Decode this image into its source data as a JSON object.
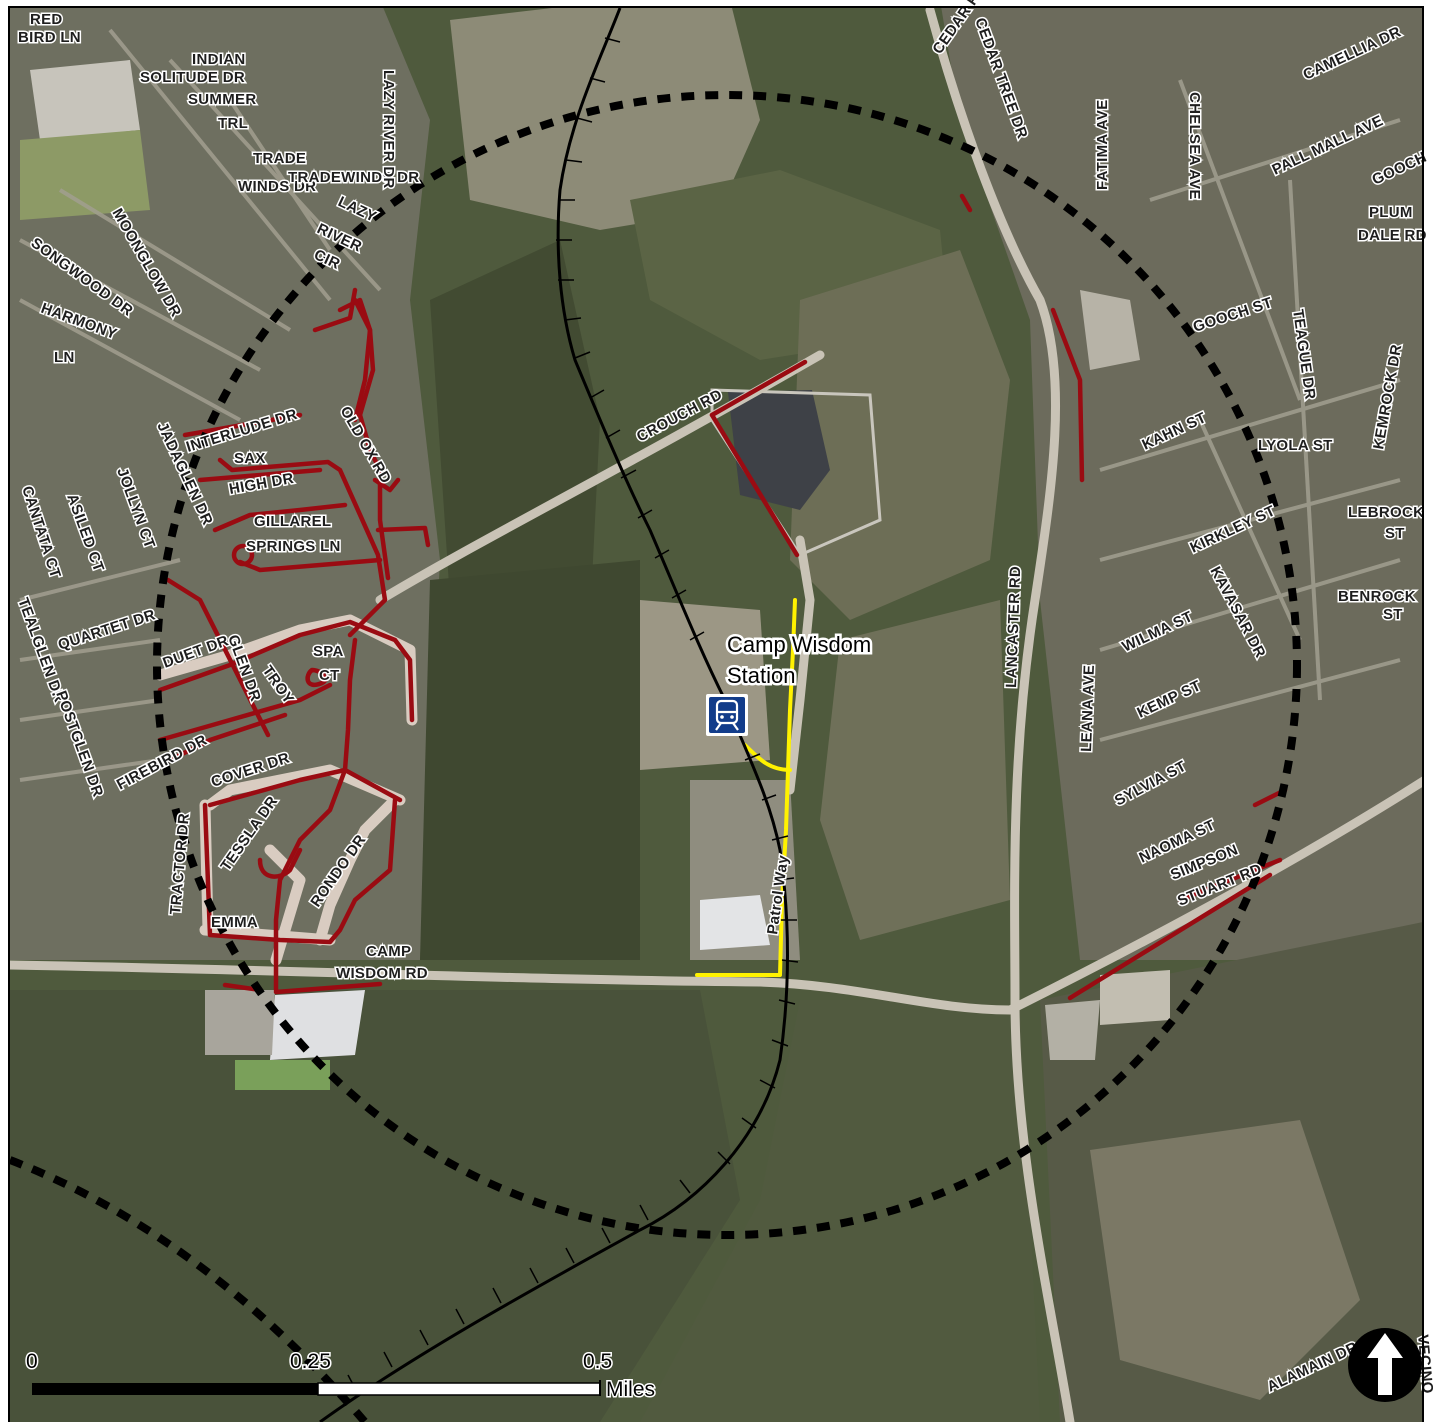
{
  "station": {
    "name_line1": "Camp Wisdom",
    "name_line2": "Station",
    "icon": "light-rail-station-icon"
  },
  "streets": [
    {
      "key": "red_bird_1",
      "label": "RED"
    },
    {
      "key": "red_bird_2",
      "label": "BIRD LN"
    },
    {
      "key": "solitude",
      "label": "SOLITUDE DR"
    },
    {
      "key": "indian_1",
      "label": "INDIAN"
    },
    {
      "key": "indian_2",
      "label": "SUMMER"
    },
    {
      "key": "indian_3",
      "label": "TRL"
    },
    {
      "key": "trade_1",
      "label": "TRADE"
    },
    {
      "key": "trade_2",
      "label": "WINDS DR"
    },
    {
      "key": "tradewinds",
      "label": "TRADEWINDS DR"
    },
    {
      "key": "lazy_river_dr",
      "label": "LAZY RIVER DR"
    },
    {
      "key": "lazy_1",
      "label": "LAZY"
    },
    {
      "key": "lazy_2",
      "label": "RIVER"
    },
    {
      "key": "lazy_3",
      "label": "CIR"
    },
    {
      "key": "moonglow",
      "label": "MOONGLOW DR"
    },
    {
      "key": "songwood",
      "label": "SONGWOOD DR"
    },
    {
      "key": "harmony_1",
      "label": "HARMONY"
    },
    {
      "key": "harmony_2",
      "label": "LN"
    },
    {
      "key": "interlude",
      "label": "INTERLUDE DR"
    },
    {
      "key": "jadaglen",
      "label": "JADAGLEN DR"
    },
    {
      "key": "sax",
      "label": "SAX"
    },
    {
      "key": "high",
      "label": "HIGH DR"
    },
    {
      "key": "old_ox",
      "label": "OLD OX RD"
    },
    {
      "key": "jollyn",
      "label": "JOLLYN CT"
    },
    {
      "key": "asiled",
      "label": "ASILED CT"
    },
    {
      "key": "cantata",
      "label": "CANTATA CT"
    },
    {
      "key": "gillarel_1",
      "label": "GILLAREL"
    },
    {
      "key": "gillarel_2",
      "label": "SPRINGS LN"
    },
    {
      "key": "quartet",
      "label": "QUARTET DR"
    },
    {
      "key": "tealglen",
      "label": "TEALGLEN DR"
    },
    {
      "key": "duet",
      "label": "DUET DR"
    },
    {
      "key": "glen",
      "label": "GLEN DR"
    },
    {
      "key": "troy",
      "label": "TROY"
    },
    {
      "key": "spa_1",
      "label": "SPA"
    },
    {
      "key": "spa_2",
      "label": "CT"
    },
    {
      "key": "postglen",
      "label": "POSTGLEN DR"
    },
    {
      "key": "firebird",
      "label": "FIREBIRD DR"
    },
    {
      "key": "cover",
      "label": "COVER DR"
    },
    {
      "key": "tractor",
      "label": "TRACTOR DR"
    },
    {
      "key": "tessla",
      "label": "TESSLA DR"
    },
    {
      "key": "rondo",
      "label": "RONDO DR"
    },
    {
      "key": "emma",
      "label": "EMMA"
    },
    {
      "key": "camp",
      "label": "CAMP"
    },
    {
      "key": "wisdom",
      "label": "WISDOM RD"
    },
    {
      "key": "crouch",
      "label": "CROUCH RD"
    },
    {
      "key": "patrol",
      "label": "Patrol Way"
    },
    {
      "key": "cedar_1",
      "label": "CEDAR POINT DR"
    },
    {
      "key": "cedar_2",
      "label": "CEDAR TREE DR"
    },
    {
      "key": "fatima",
      "label": "FATIMA AVE"
    },
    {
      "key": "chelsea",
      "label": "CHELSEA AVE"
    },
    {
      "key": "camellia",
      "label": "CAMELLIA DR"
    },
    {
      "key": "pall_mall",
      "label": "PALL MALL AVE"
    },
    {
      "key": "gooch_top",
      "label": "GOOCH"
    },
    {
      "key": "plum_1",
      "label": "PLUM"
    },
    {
      "key": "plum_2",
      "label": "DALE RD"
    },
    {
      "key": "gooch_st",
      "label": "GOOCH ST"
    },
    {
      "key": "teague",
      "label": "TEAGUE DR"
    },
    {
      "key": "kemrock",
      "label": "KEMROCK DR"
    },
    {
      "key": "kahn",
      "label": "KAHN ST"
    },
    {
      "key": "lyola",
      "label": "LYOLA ST"
    },
    {
      "key": "lebrock_1",
      "label": "LEBROCK"
    },
    {
      "key": "lebrock_2",
      "label": "ST"
    },
    {
      "key": "kirkley",
      "label": "KIRKLEY ST"
    },
    {
      "key": "kavasar",
      "label": "KAVASAR DR"
    },
    {
      "key": "benrock_1",
      "label": "BENROCK"
    },
    {
      "key": "benrock_2",
      "label": "ST"
    },
    {
      "key": "lancaster",
      "label": "LANCASTER RD"
    },
    {
      "key": "leana",
      "label": "LEANA AVE"
    },
    {
      "key": "wilma",
      "label": "WILMA ST"
    },
    {
      "key": "kemp",
      "label": "KEMP ST"
    },
    {
      "key": "sylvia",
      "label": "SYLVIA ST"
    },
    {
      "key": "naoma",
      "label": "NAOMA ST"
    },
    {
      "key": "simpson_1",
      "label": "SIMPSON"
    },
    {
      "key": "simpson_2",
      "label": "STUART RD"
    },
    {
      "key": "alamain",
      "label": "ALAMAIN DR"
    },
    {
      "key": "vecino",
      "label": "VECINO"
    }
  ],
  "scale_bar": {
    "tick_0": "0",
    "tick_1": "0.25",
    "tick_2": "0.5",
    "unit": "Miles"
  },
  "north_arrow": {
    "icon": "north-arrow-icon"
  },
  "colors": {
    "sidewalk_gap": "#9a0b12",
    "station_route": "#fff200",
    "rail": "#000000",
    "buffer": "#000000",
    "station_badge": "#123c8a"
  }
}
